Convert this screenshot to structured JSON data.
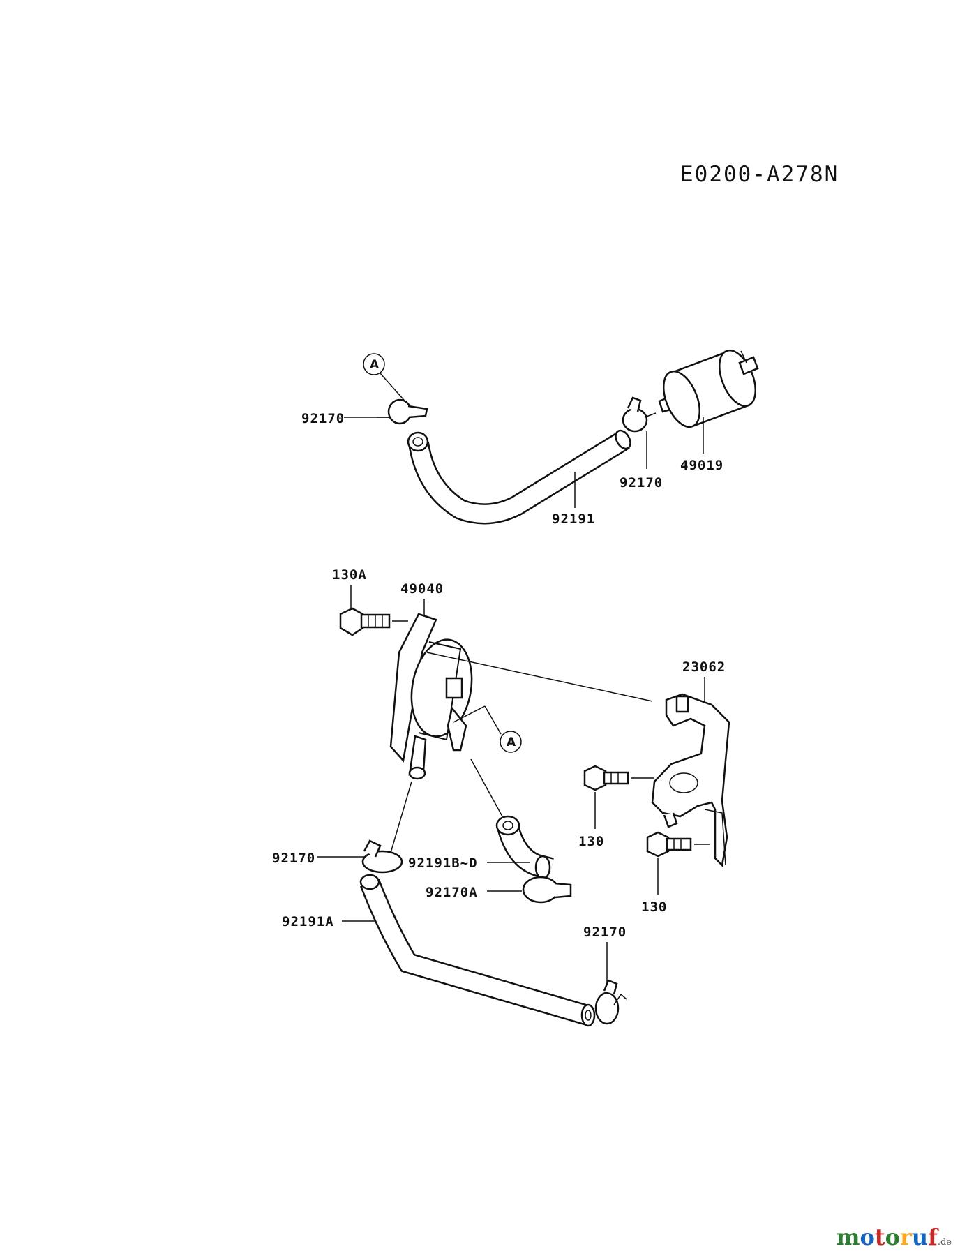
{
  "diagram": {
    "code": "E0200-A278N",
    "ref_marker": "A",
    "labels": {
      "clamp_top_left": "92170",
      "clamp_top_mid": "92170",
      "fuel_filter": "49019",
      "hose_top": "92191",
      "bolt_130a": "130A",
      "fuel_pump": "49040",
      "bracket": "23062",
      "bolt_130_upper": "130",
      "bolt_130_lower": "130",
      "clamp_left": "92170",
      "hose_short": "92191B~D",
      "clamp_a": "92170A",
      "hose_long": "92191A",
      "clamp_bottom": "92170"
    }
  },
  "watermark": {
    "letters": [
      "m",
      "o",
      "t",
      "o",
      "r",
      "u",
      "f"
    ],
    "letter_colors": [
      "#2e7d32",
      "#1565c0",
      "#c62828",
      "#2e7d32",
      "#f9a825",
      "#1565c0",
      "#c62828"
    ],
    "tld": ".de"
  }
}
